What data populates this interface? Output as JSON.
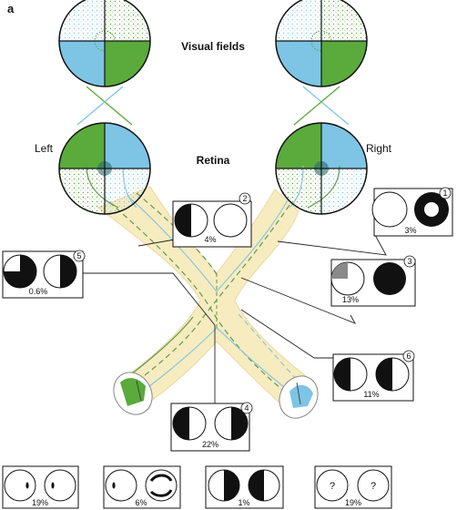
{
  "figure": {
    "panel_letter": "a",
    "visual_fields_label": "Visual fields",
    "retina_label": "Retina",
    "left_label": "Left",
    "right_label": "Right"
  },
  "colors": {
    "green": "#5aaa3c",
    "blue": "#7ec4e4",
    "chiasm": "#f7ecc0",
    "chiasm_edge": "#ead9a0",
    "fiber_green": "#5f9a54",
    "fiber_blue": "#8cc6dc",
    "ink": "#111111"
  },
  "callouts": [
    {
      "num": "1",
      "pct": "3%",
      "type": "ring"
    },
    {
      "num": "2",
      "pct": "4%",
      "type": "left-half"
    },
    {
      "num": "3",
      "pct": "13%",
      "type": "quadrant-gray"
    },
    {
      "num": "4",
      "pct": "22%",
      "type": "bitemporal"
    },
    {
      "num": "5",
      "pct": "0.6%",
      "type": "quadrant"
    },
    {
      "num": "6",
      "pct": "11%",
      "type": "bitemporal"
    }
  ],
  "bottom_row": [
    {
      "pct": "19%",
      "type": "blind-spot"
    },
    {
      "pct": "6%",
      "type": "arcuate"
    },
    {
      "pct": "1%",
      "type": "binasal"
    },
    {
      "pct": "19%",
      "type": "unknown",
      "symbol": "?"
    }
  ]
}
